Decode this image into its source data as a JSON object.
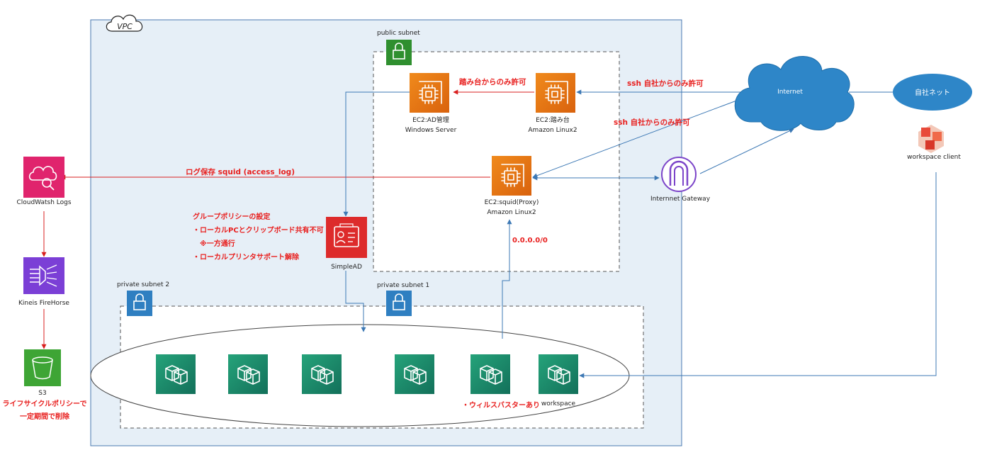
{
  "vpc": {
    "label": "VPC"
  },
  "subnets": {
    "public": "public subnet",
    "private1": "private subnet 1",
    "private2": "private subnet 2"
  },
  "nodes": {
    "ec2_ad": {
      "line1": "EC2:AD管理",
      "line2": "Windows Server"
    },
    "ec2_bastion": {
      "line1": "EC2:踏み台",
      "line2": "Amazon Linux2"
    },
    "ec2_proxy": {
      "line1": "EC2:squid(Proxy)",
      "line2": "Amazon Linux2"
    },
    "simplead": {
      "label": "SimpleAD"
    },
    "internet": {
      "label": "Internet"
    },
    "office": {
      "label": "自社ネット"
    },
    "igw": {
      "label": "Internnet Gateway"
    },
    "ws_client": {
      "label": "workspace client"
    },
    "cloudwatch": {
      "label": "CloudWatsh Logs"
    },
    "firehose": {
      "label": "Kineis FireHorse"
    },
    "s3": {
      "label": "S3",
      "note1": "ライフサイクルポリシーで",
      "note2": "一定期間で削除"
    },
    "workspace": {
      "label": "workspace"
    }
  },
  "annotations": {
    "bastion_only": "踏み台からのみ許可",
    "ssh1": "ssh 自社からのみ許可",
    "ssh2": "ssh 自社からのみ許可",
    "log": "ログ保存 squid (access_log)",
    "any": "0.0.0.0/0",
    "policy_title": "グループポリシーの設定",
    "policy1": "・ローカルPCとクリップボード共有不可",
    "policy2": "※一方通行",
    "policy3": "・ローカルプリンタサポート解除",
    "virus": "・ウィルスバスターあり"
  },
  "colors": {
    "ec2": "#ec7211",
    "workspaces": "#1b8f6c",
    "subnet_lock": "#2f7fc1",
    "public_lock": "#2f8f2f",
    "simplead": "#dd2b2b",
    "monitoring": "#e0246d",
    "firehose": "#7b3fd6",
    "s3": "#3ea535",
    "cloud": "#2e86c8",
    "igw": "#7c45c9",
    "vpc_fill": "#e6eff7",
    "vpc_border": "#4a7ab0",
    "arrow_blue": "#3c78b4",
    "arrow_red": "#d92020"
  }
}
